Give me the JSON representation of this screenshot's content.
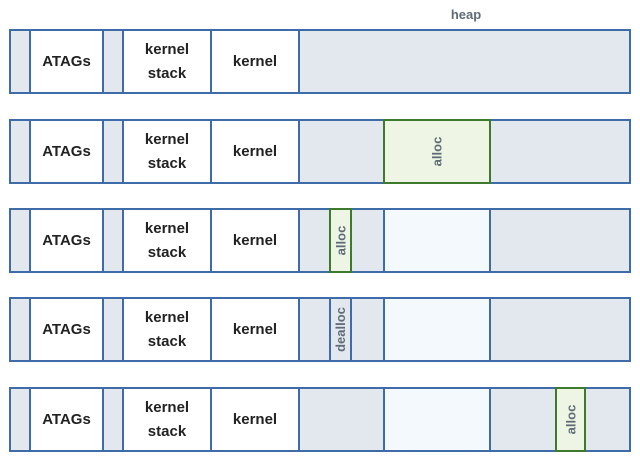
{
  "heap_label": "heap",
  "rows": [
    {
      "atags": "ATAGs",
      "stack_line1": "kernel",
      "stack_line2": "stack",
      "kernel": "kernel"
    },
    {
      "atags": "ATAGs",
      "stack_line1": "kernel",
      "stack_line2": "stack",
      "kernel": "kernel",
      "block": "alloc"
    },
    {
      "atags": "ATAGs",
      "stack_line1": "kernel",
      "stack_line2": "stack",
      "kernel": "kernel",
      "block": "alloc"
    },
    {
      "atags": "ATAGs",
      "stack_line1": "kernel",
      "stack_line2": "stack",
      "kernel": "kernel",
      "block": "dealloc"
    },
    {
      "atags": "ATAGs",
      "stack_line1": "kernel",
      "stack_line2": "stack",
      "kernel": "kernel",
      "block": "alloc"
    }
  ],
  "colors": {
    "outline": "#3d6ca8",
    "free_region": "#e3e8ee",
    "used_region": "#f4f9fd",
    "alloc_border": "#3e7a2c",
    "alloc_fill": "#eef5e4"
  }
}
